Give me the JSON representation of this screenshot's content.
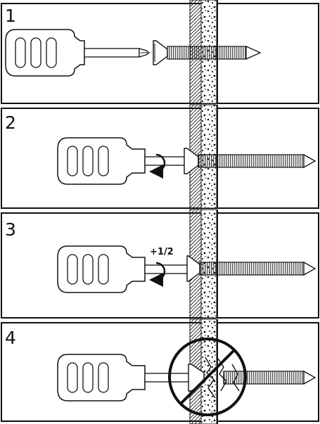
{
  "panels": [
    {
      "number": "1",
      "state": "insert-screw"
    },
    {
      "number": "2",
      "state": "turn-screw"
    },
    {
      "number": "3",
      "state": "turn-half",
      "turn_label": "+1/2"
    },
    {
      "number": "4",
      "state": "over-tightened-prohibited"
    }
  ],
  "icons": {
    "rotation": "clockwise-rotation-icon",
    "prohibited": "prohibited-icon",
    "crack": "crack-icon"
  },
  "colors": {
    "line": "#111111",
    "background": "#ffffff"
  }
}
